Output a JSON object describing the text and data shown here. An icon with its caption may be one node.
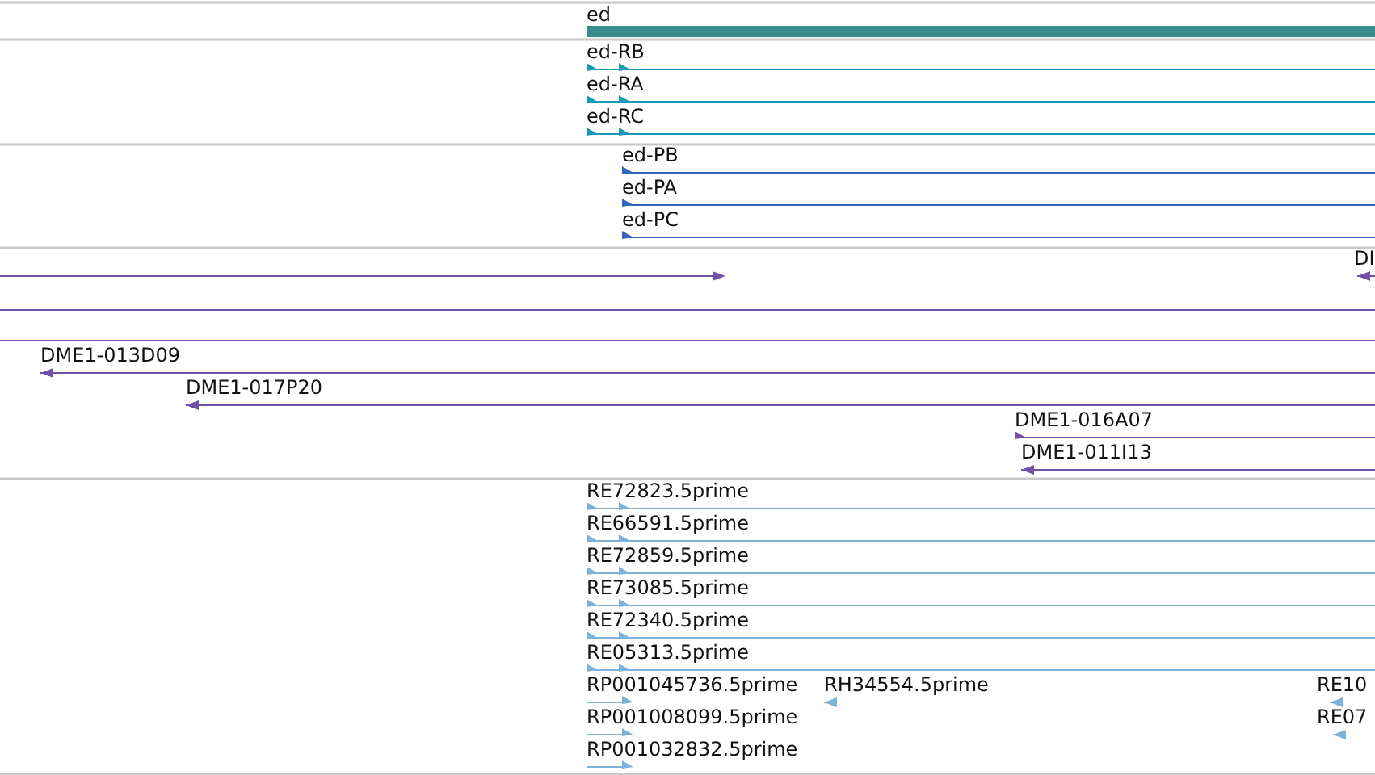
{
  "diagram": {
    "labels": [
      "ed",
      "ed-RB",
      "ed-RA",
      "ed-RC",
      "ed-PB",
      "ed-PA",
      "ed-PC",
      "DI",
      "DME1-013D09",
      "DME1-017P20",
      "DME1-016A07",
      "DME1-011I13",
      "RE72823.5prime",
      "RE66591.5prime",
      "RE72859.5prime",
      "RE73085.5prime",
      "RE72340.5prime",
      "RE05313.5prime",
      "RP001045736.5prime",
      "RH34554.5prime",
      "RE10",
      "RP001008099.5prime",
      "RE07",
      "RP001032832.5prime"
    ]
  }
}
